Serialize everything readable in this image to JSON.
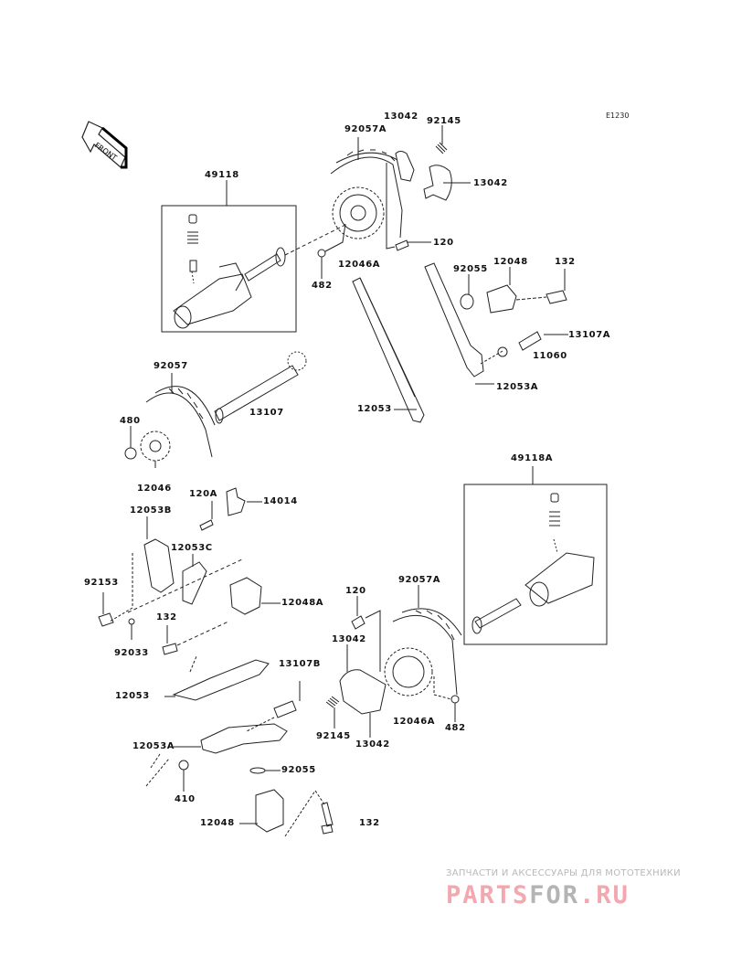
{
  "diagram": {
    "code": "E1230",
    "front_indicator": "FRONT",
    "assembly_boxes": [
      {
        "id": "49118",
        "label": "49118"
      },
      {
        "id": "49118A",
        "label": "49118A"
      }
    ],
    "labels": {
      "l_49118": "49118",
      "l_92057A_top": "92057A",
      "l_13042_top": "13042",
      "l_92145_top": "92145",
      "l_13042_right": "13042",
      "l_120_top": "120",
      "l_482_top": "482",
      "l_12046A_top": "12046A",
      "l_92055_top": "92055",
      "l_12048_top": "12048",
      "l_132_top": "132",
      "l_13107A": "13107A",
      "l_11060": "11060",
      "l_12053A_right": "12053A",
      "l_92057": "92057",
      "l_13107": "13107",
      "l_12053_mid": "12053",
      "l_480": "480",
      "l_12046": "12046",
      "l_49118A": "49118A",
      "l_120A": "120A",
      "l_14014": "14014",
      "l_12053B": "12053B",
      "l_12053C": "12053C",
      "l_92153": "92153",
      "l_12048A": "12048A",
      "l_132_mid": "132",
      "l_92033": "92033",
      "l_120_bottom": "120",
      "l_92057A_bottom": "92057A",
      "l_13042_bottom_left": "13042",
      "l_12053_bottom": "12053",
      "l_13107B": "13107B",
      "l_92145_bottom": "92145",
      "l_13042_bottom": "13042",
      "l_12046A_bottom": "12046A",
      "l_482_bottom": "482",
      "l_12053A_bottom": "12053A",
      "l_92055_bottom": "92055",
      "l_410": "410",
      "l_12048_bottom": "12048",
      "l_132_bottom": "132"
    }
  },
  "watermark": {
    "subtitle": "ЗАПЧАСТИ И АКСЕССУАРЫ ДЛЯ МОТОТЕХНИКИ",
    "brand_part1": "PARTS",
    "brand_part2": "FOR",
    "brand_part3": ".RU",
    "colors": {
      "pink": "#f4a7ae",
      "gray": "#b4b4b4"
    }
  }
}
